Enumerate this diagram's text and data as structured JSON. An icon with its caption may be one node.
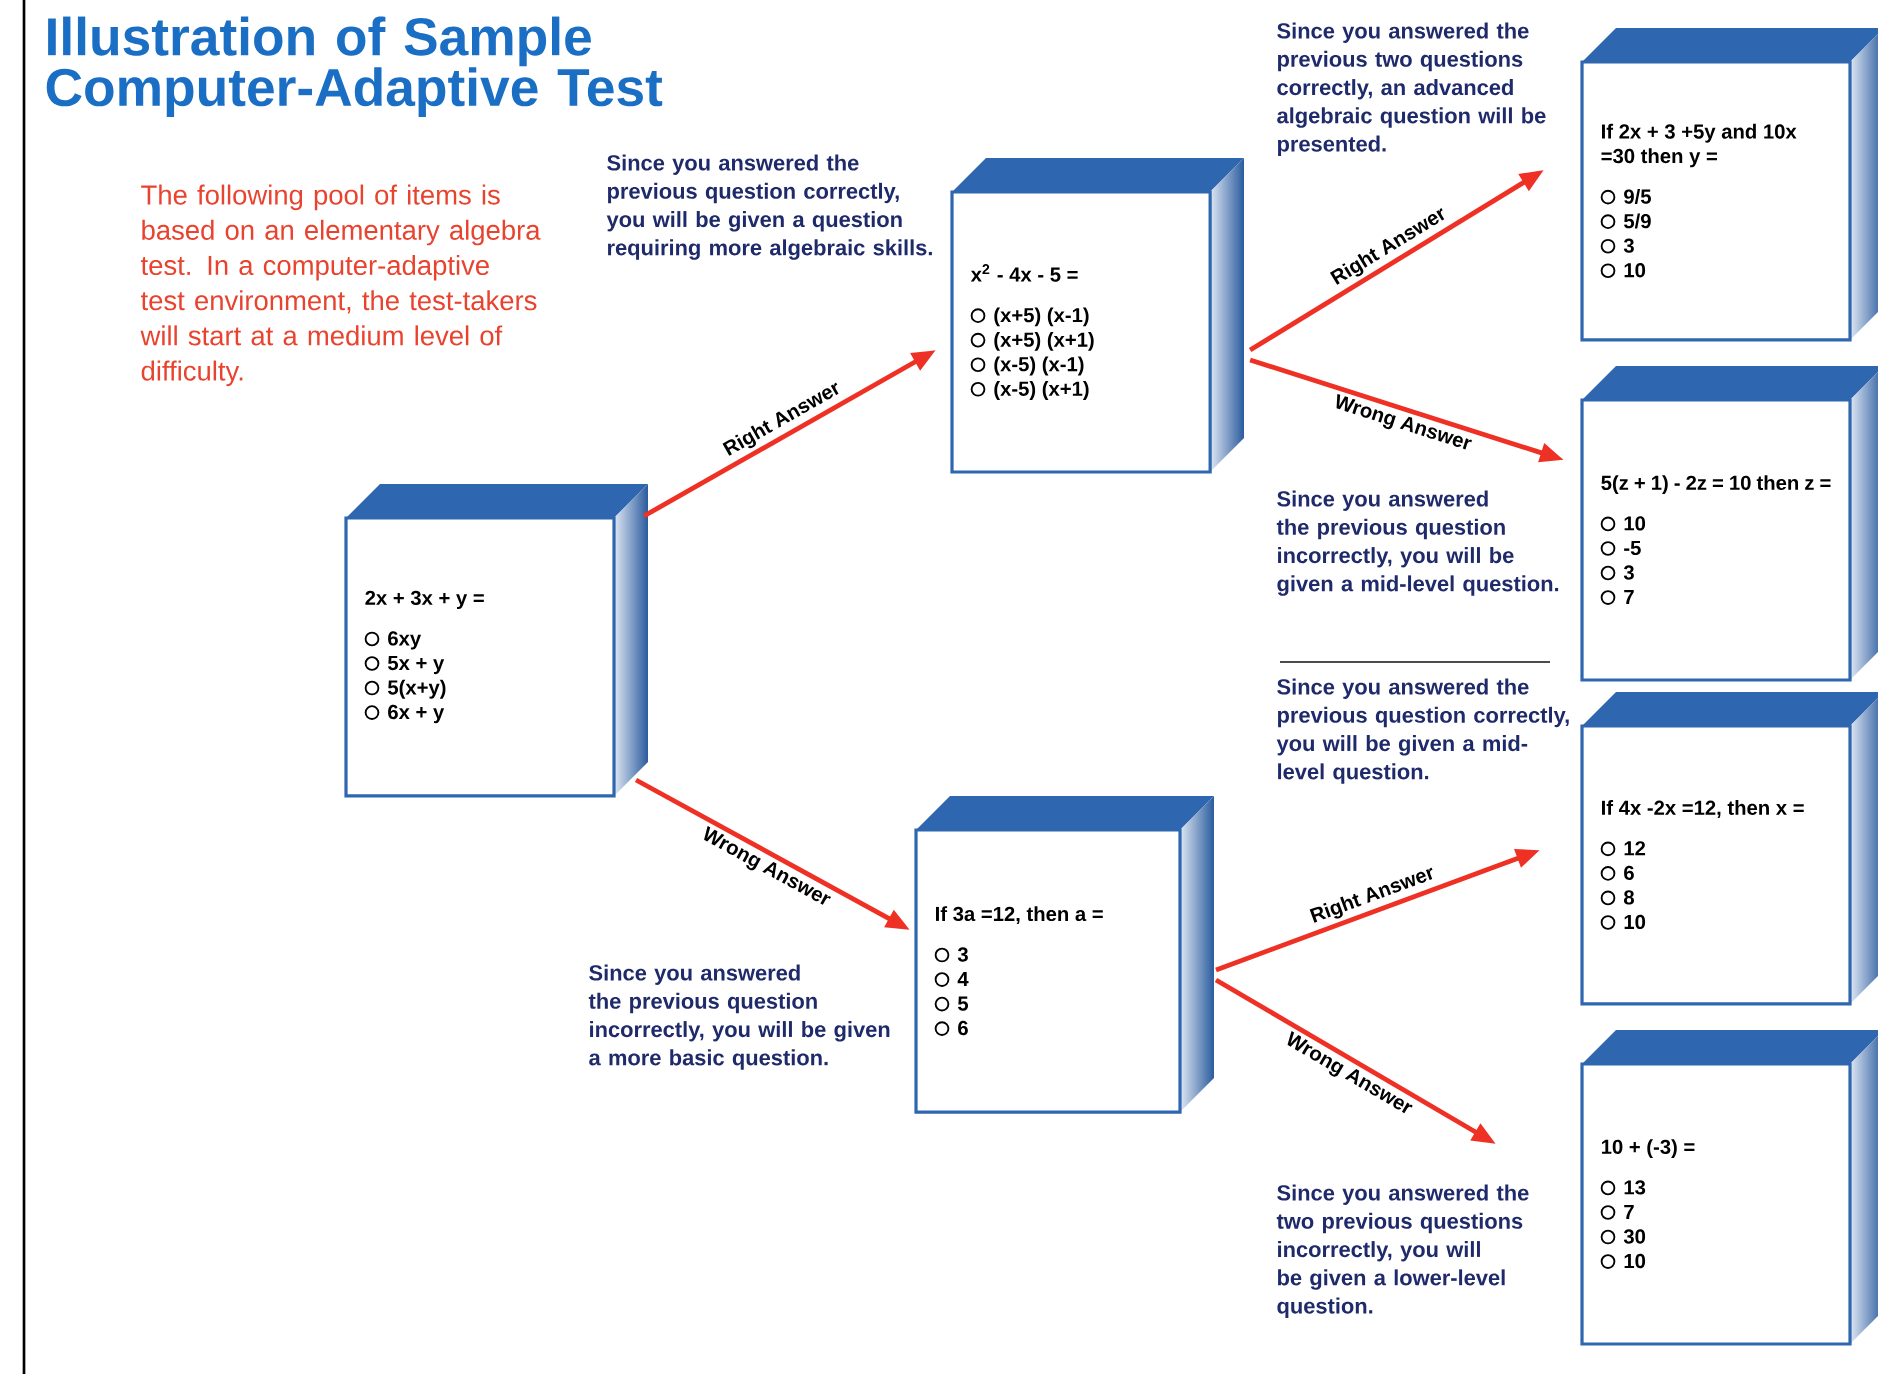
{
  "diagram": {
    "title": "Illustration of Sample Computer-Adaptive Test",
    "nodes": [
      {
        "text": [
          "2x + 3x + y =",
          "6xy",
          "5x + y",
          "5(x+y)",
          "6x + y"
        ]
      },
      {
        "text": [
          "x$^{2}$ - 4x - 5 =",
          "(x+5) (x-1)",
          "(x+5) (x+1)",
          "(x-5) (x-1)",
          "(x-5) (x+1)"
        ]
      },
      {
        "text": [
          "If 3a =12, then a =",
          "3",
          "4",
          "5",
          "6"
        ]
      },
      {
        "text": [
          "If 2x + 3 +5y and 10x =30 then y =",
          "9/5",
          "5/9",
          "3",
          "10"
        ]
      },
      {
        "text": [
          "5(z + 1) - 2z = 10 then z =",
          "10",
          "-5",
          "3",
          "7"
        ]
      },
      {
        "text": [
          "If 4x -2x =12, then x =",
          "12",
          "6",
          "8",
          "10"
        ]
      },
      {
        "text": [
          "10 + (-3) =",
          "13",
          "7",
          "30",
          "10"
        ]
      }
    ],
    "edges": [
      {
        "from": 0,
        "to": 1,
        "arrow": "to",
        "label": "Right Answer"
      },
      {
        "from": 0,
        "to": 2,
        "arrow": "to",
        "label": "Wrong Answer"
      },
      {
        "from": 1,
        "to": 3,
        "arrow": "to",
        "label": "Right Answer"
      },
      {
        "from": 1,
        "to": 4,
        "arrow": "to",
        "label": "Wrong Answer"
      },
      {
        "from": 2,
        "to": 5,
        "arrow": "to",
        "label": "Right Answer"
      },
      {
        "from": 2,
        "to": 6,
        "arrow": "to",
        "label": "Wrong Answer"
      }
    ],
    "labels": [
      "The following pool of items is based on an elementary algebra test. In a computer-adaptive test environment, the test-takers will start at a medium level of difficulty.",
      "Since you answered the previous question correctly, you will be given a question requiring more algebraic skills.",
      "Since you answered the previous two questions correctly, an advanced algebraic question will be presented.",
      "Since you answered the previous question incorrectly, you will be given a mid-level question.",
      "Since you answered the previous question correctly, you will be given a mid-level question.",
      "Since you answered the previous question incorrectly, you will be given a more basic question.",
      "Since you answered the two previous questions incorrectly, you will be given a lower-level question."
    ]
  }
}
